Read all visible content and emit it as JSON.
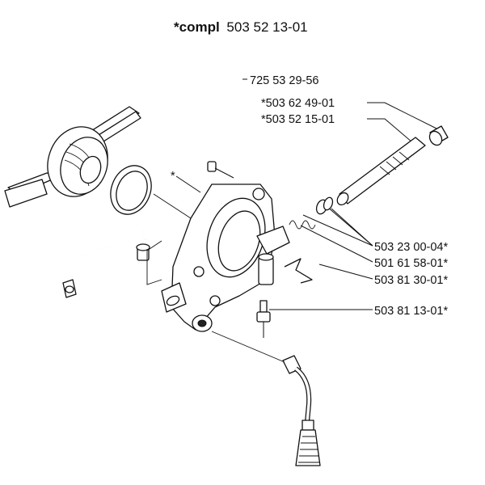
{
  "title": {
    "prefix": "*compl",
    "number": "503 52 13-01"
  },
  "labels": {
    "p_725532956": "725 53 29-56",
    "p_503624901": "*503 62 49-01",
    "p_503521501": "*503 52 15-01",
    "p_503230004": "503 23 00-04*",
    "p_501615801": "501 61 58-01*",
    "p_503813001": "503 81 30-01*",
    "p_503811301": "503 81 13-01*",
    "asterisk_pump": "*"
  }
}
